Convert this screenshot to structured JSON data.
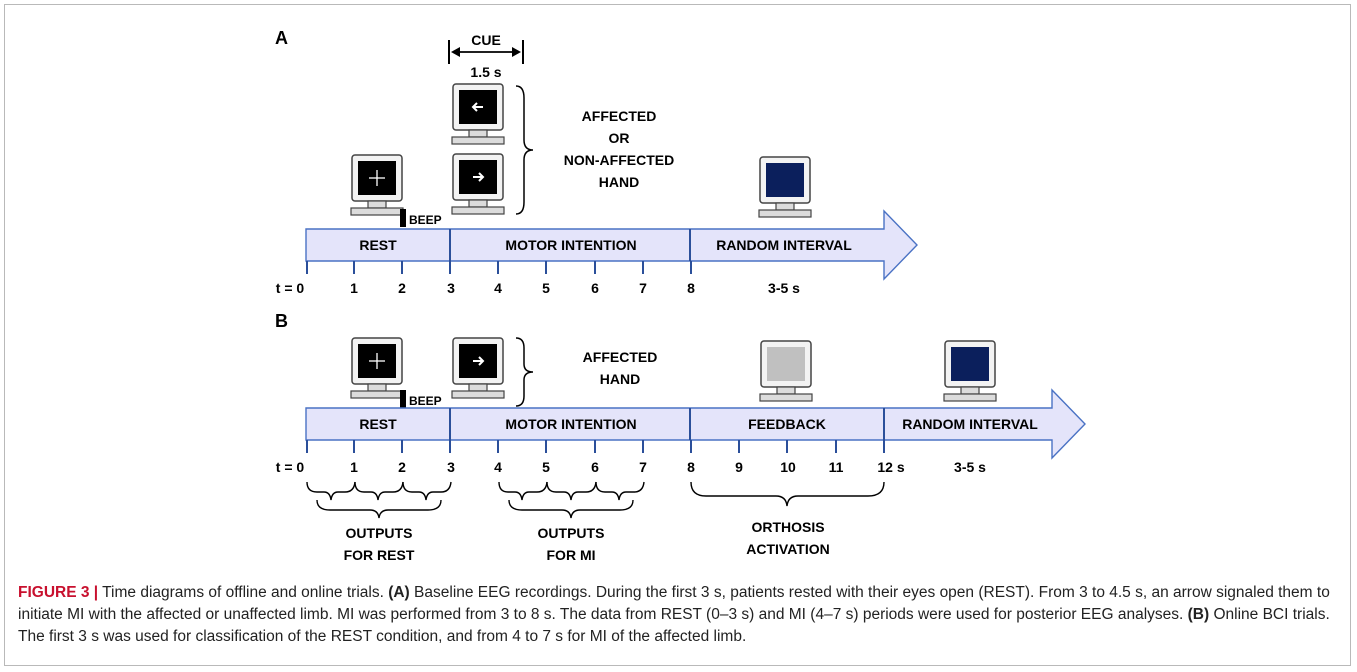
{
  "panel_a": {
    "label": "A",
    "cue_label": "CUE",
    "cue_duration": "1.5 s",
    "brace_text": [
      "AFFECTED",
      "OR",
      "NON-AFFECTED",
      "HAND"
    ],
    "beep": "BEEP",
    "segments": [
      "REST",
      "MOTOR INTENTION",
      "RANDOM INTERVAL"
    ],
    "ticks": [
      "t = 0",
      "1",
      "2",
      "3",
      "4",
      "5",
      "6",
      "7",
      "8"
    ],
    "interval": "3-5 s"
  },
  "panel_b": {
    "label": "B",
    "brace_text": [
      "AFFECTED",
      "HAND"
    ],
    "beep": "BEEP",
    "segments": [
      "REST",
      "MOTOR INTENTION",
      "FEEDBACK",
      "RANDOM INTERVAL"
    ],
    "ticks": [
      "t = 0",
      "1",
      "2",
      "3",
      "4",
      "5",
      "6",
      "7",
      "8",
      "9",
      "10",
      "11",
      "12 s"
    ],
    "interval": "3-5 s",
    "bottom_labels": {
      "rest": [
        "OUTPUTS",
        "FOR REST"
      ],
      "mi": [
        "OUTPUTS",
        "FOR MI"
      ],
      "orthosis": [
        "ORTHOSIS",
        "ACTIVATION"
      ]
    }
  },
  "caption": {
    "figure_label": "FIGURE 3 |",
    "intro": " Time diagrams of offline and online trials. ",
    "a_label": "(A)",
    "a_text": " Baseline EEG recordings. During the first 3 s, patients rested with their eyes open (REST). From 3 to 4.5 s, an arrow signaled them to initiate MI with the affected or unaffected limb. MI was performed from 3 to 8 s. The data from REST (0–3 s) and MI (4–7 s) periods were used for posterior EEG analyses. ",
    "b_label": "(B)",
    "b_text": " Online BCI trials. The first 3 s was used for classification of the REST condition, and from 4 to 7 s for MI of the affected limb."
  },
  "colors": {
    "bar_fill": "#e4e4fa",
    "bar_stroke": "#4a72c4",
    "tick": "#2b4f9a",
    "screen_dark": "#000000",
    "screen_blue": "#0b1f5c",
    "screen_gray": "#c0c0c0",
    "caption_label": "#c8102e"
  },
  "icons": [
    "fixation-cross-monitor",
    "left-arrow-monitor",
    "right-arrow-monitor",
    "blue-screen-monitor",
    "gray-screen-monitor"
  ]
}
